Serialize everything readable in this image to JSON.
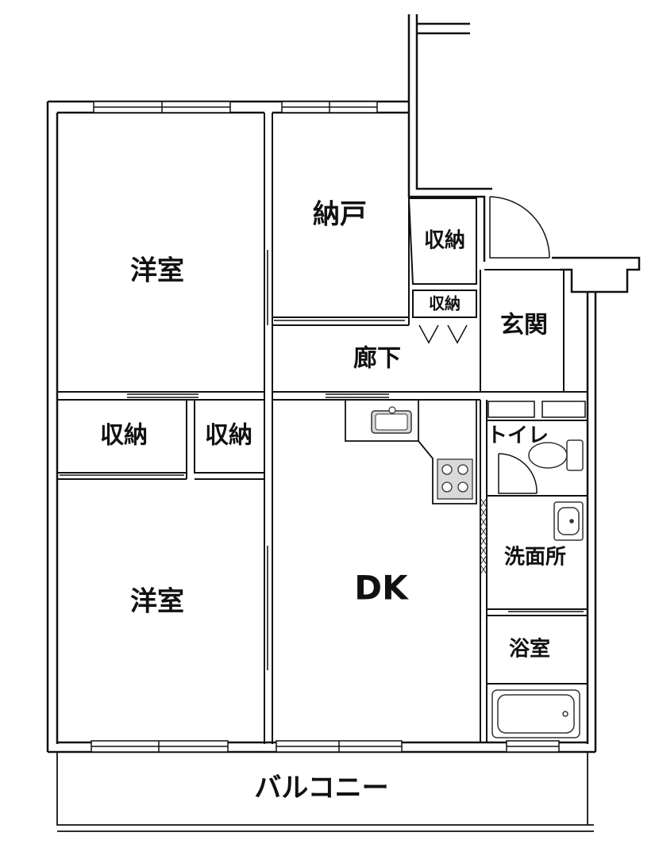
{
  "rooms": {
    "western_room_top": "洋室",
    "storeroom": "納戸",
    "closet_storeroom": "収納",
    "closet_small": "収納",
    "entrance": "玄関",
    "hallway": "廊下",
    "closet_left": "収納",
    "closet_mid": "収納",
    "toilet": "トイレ",
    "washroom": "洗面所",
    "western_room_bottom": "洋室",
    "dining_kitchen": "DK",
    "bathroom": "浴室",
    "balcony": "バルコニー"
  },
  "colors": {
    "wall": "#111111",
    "fixture": "#333333",
    "fixture_fill": "#d9d9d9",
    "background": "#ffffff"
  }
}
